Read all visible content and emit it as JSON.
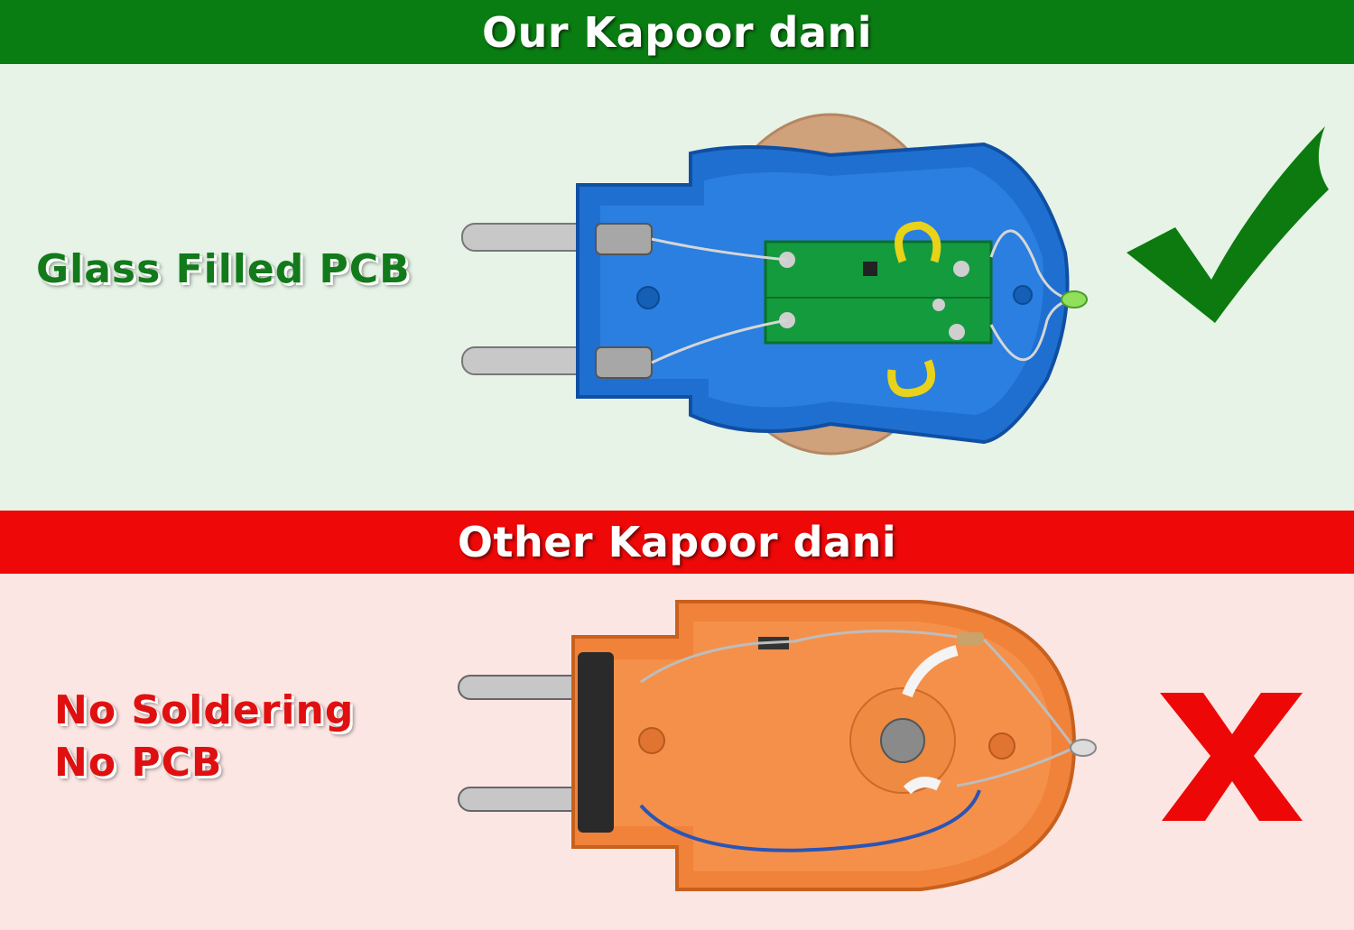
{
  "top": {
    "banner_text": "Our Kapoor dani",
    "label": "Glass Filled PCB",
    "verdict_icon": "check-icon",
    "banner_color": "#0a7d12",
    "background_color": "#e6f3e6",
    "label_color": "#127a1a"
  },
  "bottom": {
    "banner_text": "Other Kapoor dani",
    "label_lines": [
      "No Soldering",
      "No PCB"
    ],
    "verdict_icon": "cross-icon",
    "banner_color": "#ee0808",
    "background_color": "#fbe6e3",
    "label_color": "#e01010"
  }
}
